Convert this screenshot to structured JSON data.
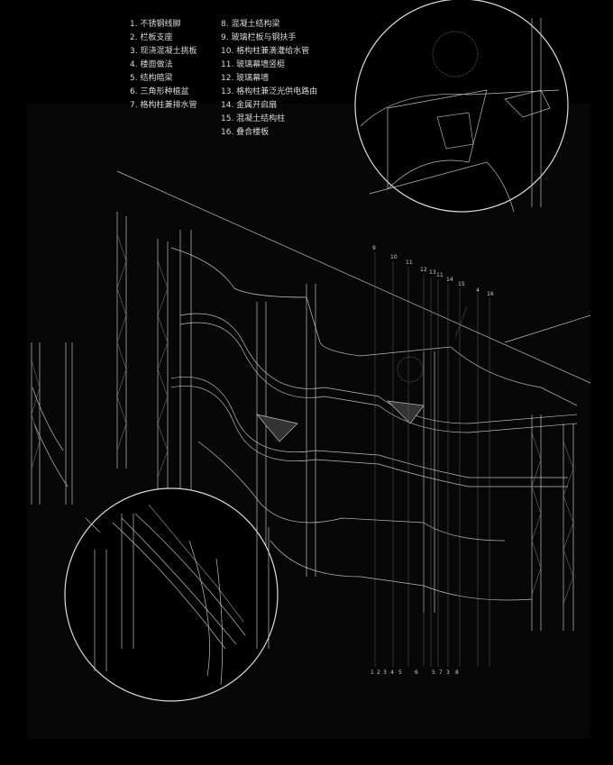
{
  "legend": {
    "col1": [
      "1. 不锈钢线脚",
      "2. 栏板支座",
      "3. 现浇混凝土挑板",
      "4. 楼面做法",
      "5. 结构暗梁",
      "6. 三角形种植盆",
      "7. 格构柱兼排水管"
    ],
    "col2": [
      "8. 混凝土结构梁",
      "9. 玻璃栏板与钢扶手",
      "10. 格构柱兼滴灌给水管",
      "11. 玻璃幕墙竖梃",
      "12. 玻璃幕墙",
      "13. 格构柱兼泛光供电路由",
      "14. 金属开启扇",
      "15. 混凝土结构柱",
      "16. 叠合楼板"
    ]
  },
  "callouts_top": [
    "9",
    "10",
    "11",
    "12",
    "13",
    "11",
    "14",
    "15",
    "4",
    "16"
  ],
  "callouts_bottom": [
    "1",
    "2",
    "3",
    "4",
    "5",
    "6",
    "5",
    "7",
    "3",
    "8"
  ]
}
